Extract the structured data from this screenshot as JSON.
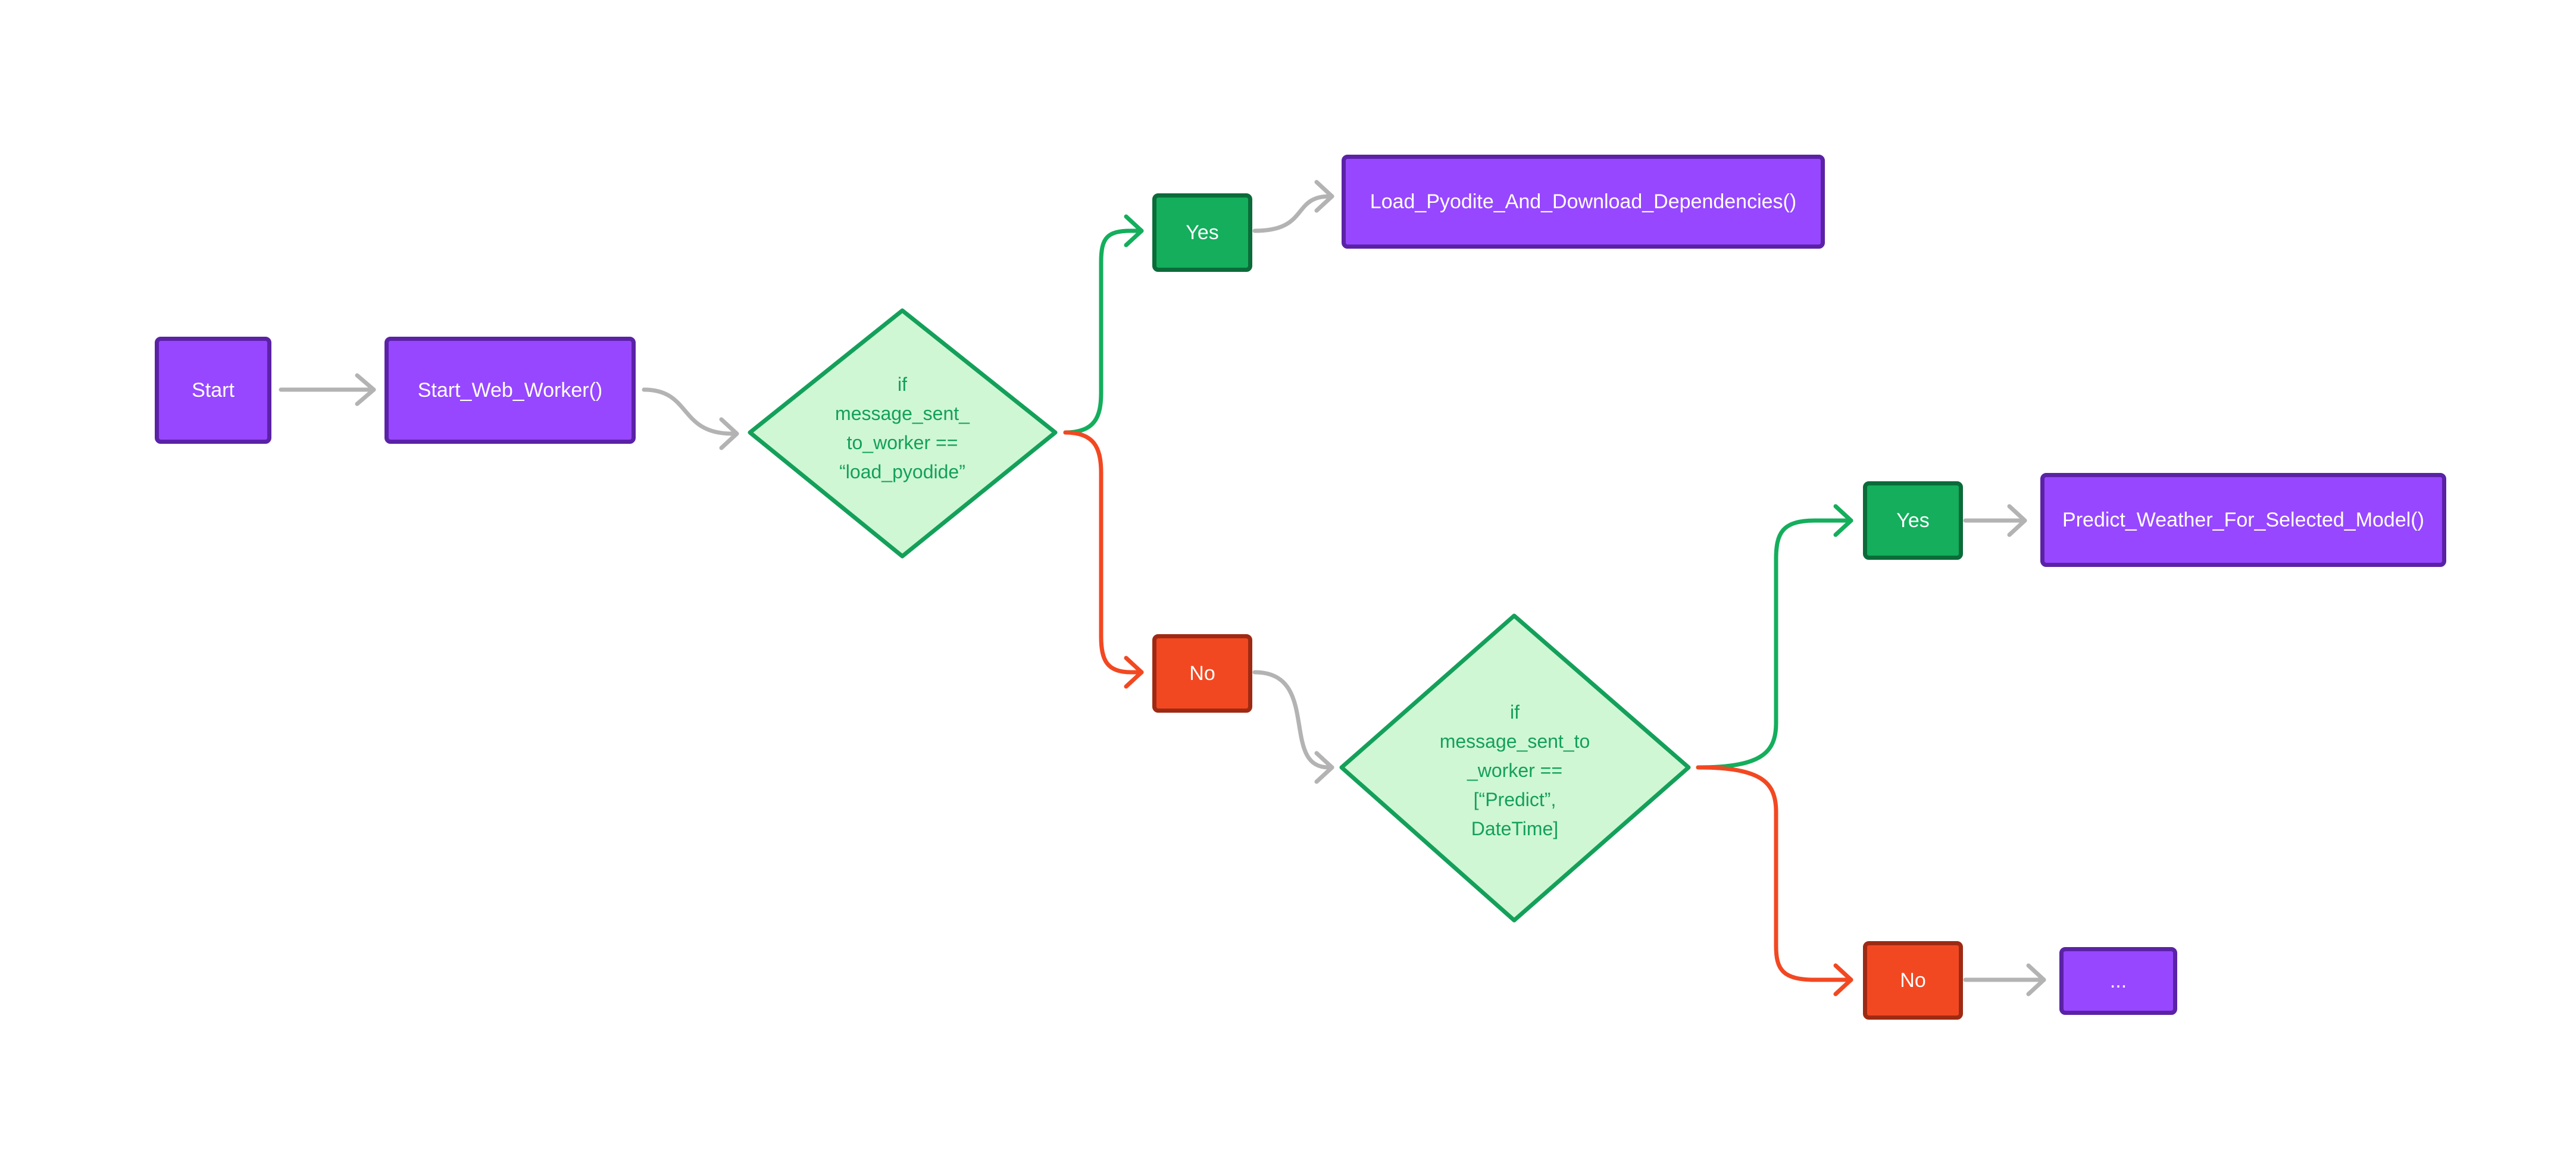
{
  "colors": {
    "process_fill": "#9747FF",
    "process_border": "#5B22A6",
    "decision_fill": "#CFF7D3",
    "decision_stroke": "#14A05A",
    "decision_text": "#14A05A",
    "yes_fill": "#14AE5C",
    "yes_border": "#0B6B39",
    "no_fill": "#F24822",
    "no_border": "#9E2A13",
    "connector_gray": "#B3B3B3",
    "connector_green": "#14AE5C",
    "connector_red": "#F24822"
  },
  "nodes": {
    "start": "Start",
    "start_web_worker": "Start_Web_Worker()",
    "decision_1": "if\nmessage_sent_\nto_worker ==\n“load_pyodide”",
    "yes_1": "Yes",
    "load_pyodide": "Load_Pyodite_And_Download_Dependencies()",
    "no_1": "No",
    "decision_2": "if\nmessage_sent_to\n_worker ==\n[“Predict”,\nDateTime]",
    "yes_2": "Yes",
    "predict": "Predict_Weather_For_Selected_Model()",
    "no_2": "No",
    "ellipsis": "..."
  }
}
